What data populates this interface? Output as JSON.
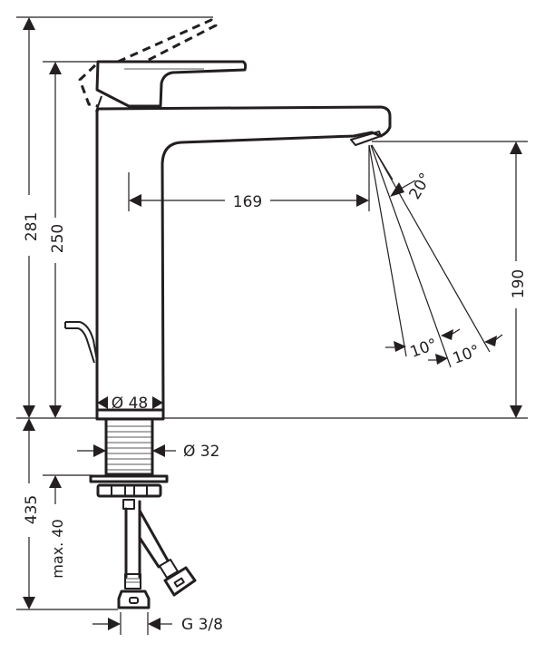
{
  "drawing": {
    "subject": "Single lever basin mixer faucet - dimension drawing",
    "line_color": "#231f20",
    "background": "#ffffff",
    "dimensions": {
      "total_height": "281",
      "body_height": "250",
      "spout_reach": "169",
      "spout_height": "190",
      "spray_angle": "20°",
      "spray_angle_left": "10°",
      "spray_angle_right": "10°",
      "base_diameter": "Ø 48",
      "shank_diameter": "Ø 32",
      "below_deck_length": "435",
      "max_deck_thickness": "max. 40",
      "connection_thread": "G 3/8"
    }
  }
}
